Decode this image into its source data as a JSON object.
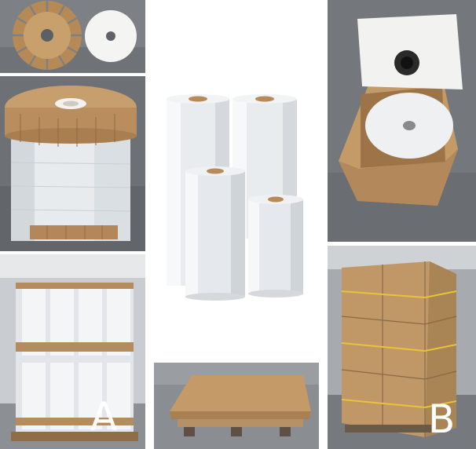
{
  "collage": {
    "label_a": "A",
    "label_b": "B"
  },
  "colors": {
    "cardboard": "#c49a6c",
    "cardboard_dark": "#a87f52",
    "film_white": "#f2f4f6",
    "concrete": "#6f7378",
    "pallet_wood": "#b89066"
  },
  "panels": [
    {
      "id": "paper-end-caps",
      "icon": "core-end-caps"
    },
    {
      "id": "wrapped-roll-with-caps",
      "icon": "wrapped-roll"
    },
    {
      "id": "palletized-rolls",
      "icon": "pallet-rolls"
    },
    {
      "id": "film-rolls-product",
      "icon": "film-rolls"
    },
    {
      "id": "roll-in-carton",
      "icon": "carton-roll"
    },
    {
      "id": "cardboard-pallet-base",
      "icon": "pallet-base"
    },
    {
      "id": "carton-stack-on-pallet",
      "icon": "carton-stack"
    }
  ]
}
